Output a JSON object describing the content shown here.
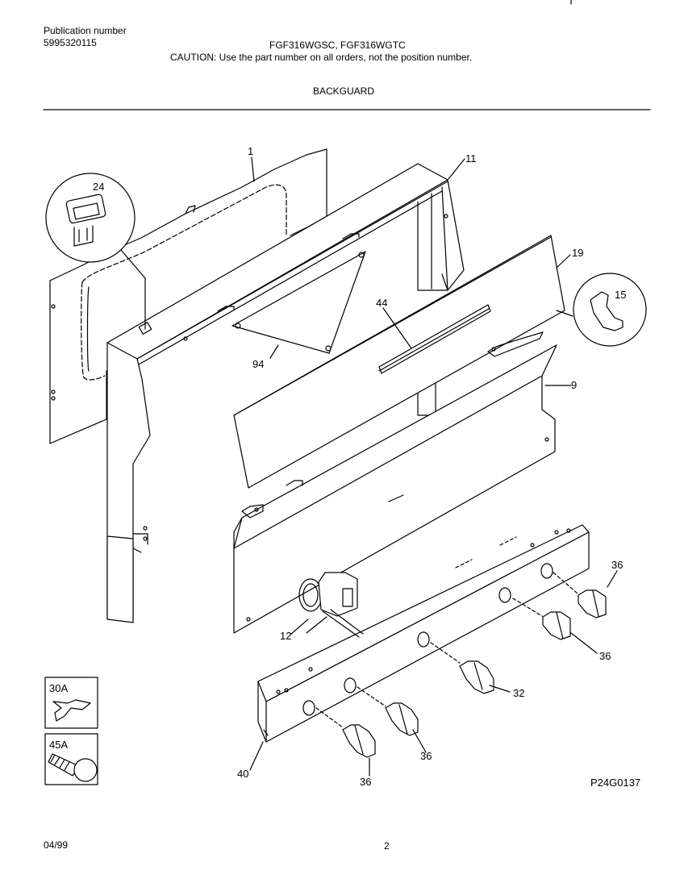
{
  "header": {
    "pub_label": "Publication number",
    "pub_number": "5995320115",
    "models": "FGF316WGSC, FGF316WGTC",
    "caution": "CAUTION:  Use the part number on all orders, not the position number.",
    "section": "BACKGUARD"
  },
  "diagram": {
    "callouts": {
      "c1": "1",
      "c11": "11",
      "c24": "24",
      "c19": "19",
      "c15": "15",
      "c44": "44",
      "c94": "94",
      "c9": "9",
      "c36a": "36",
      "c36b": "36",
      "c12": "12",
      "c32": "32",
      "c36c": "36",
      "c36d": "36",
      "c40": "40"
    },
    "legend": {
      "item1": "30A",
      "item2": "45A"
    },
    "drawing_code": "P24G0137"
  },
  "footer": {
    "date": "04/99",
    "page": "2"
  }
}
